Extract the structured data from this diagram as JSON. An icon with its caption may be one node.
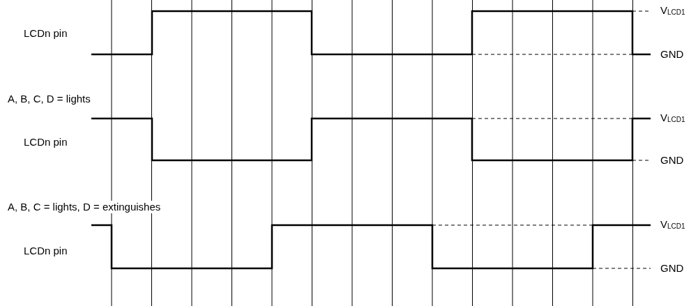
{
  "diagram": {
    "labels": [
      "V$_{LCD1}$",
      "LCDn pin",
      "GND",
      "A, B, C, D = lights",
      "V$_{LCD1}$",
      "LCDn pin",
      "GND",
      "A, B, C = lights, D = extinguishes",
      "V$_{LCD1}$",
      "LCDn pin",
      "GND"
    ]
  }
}
